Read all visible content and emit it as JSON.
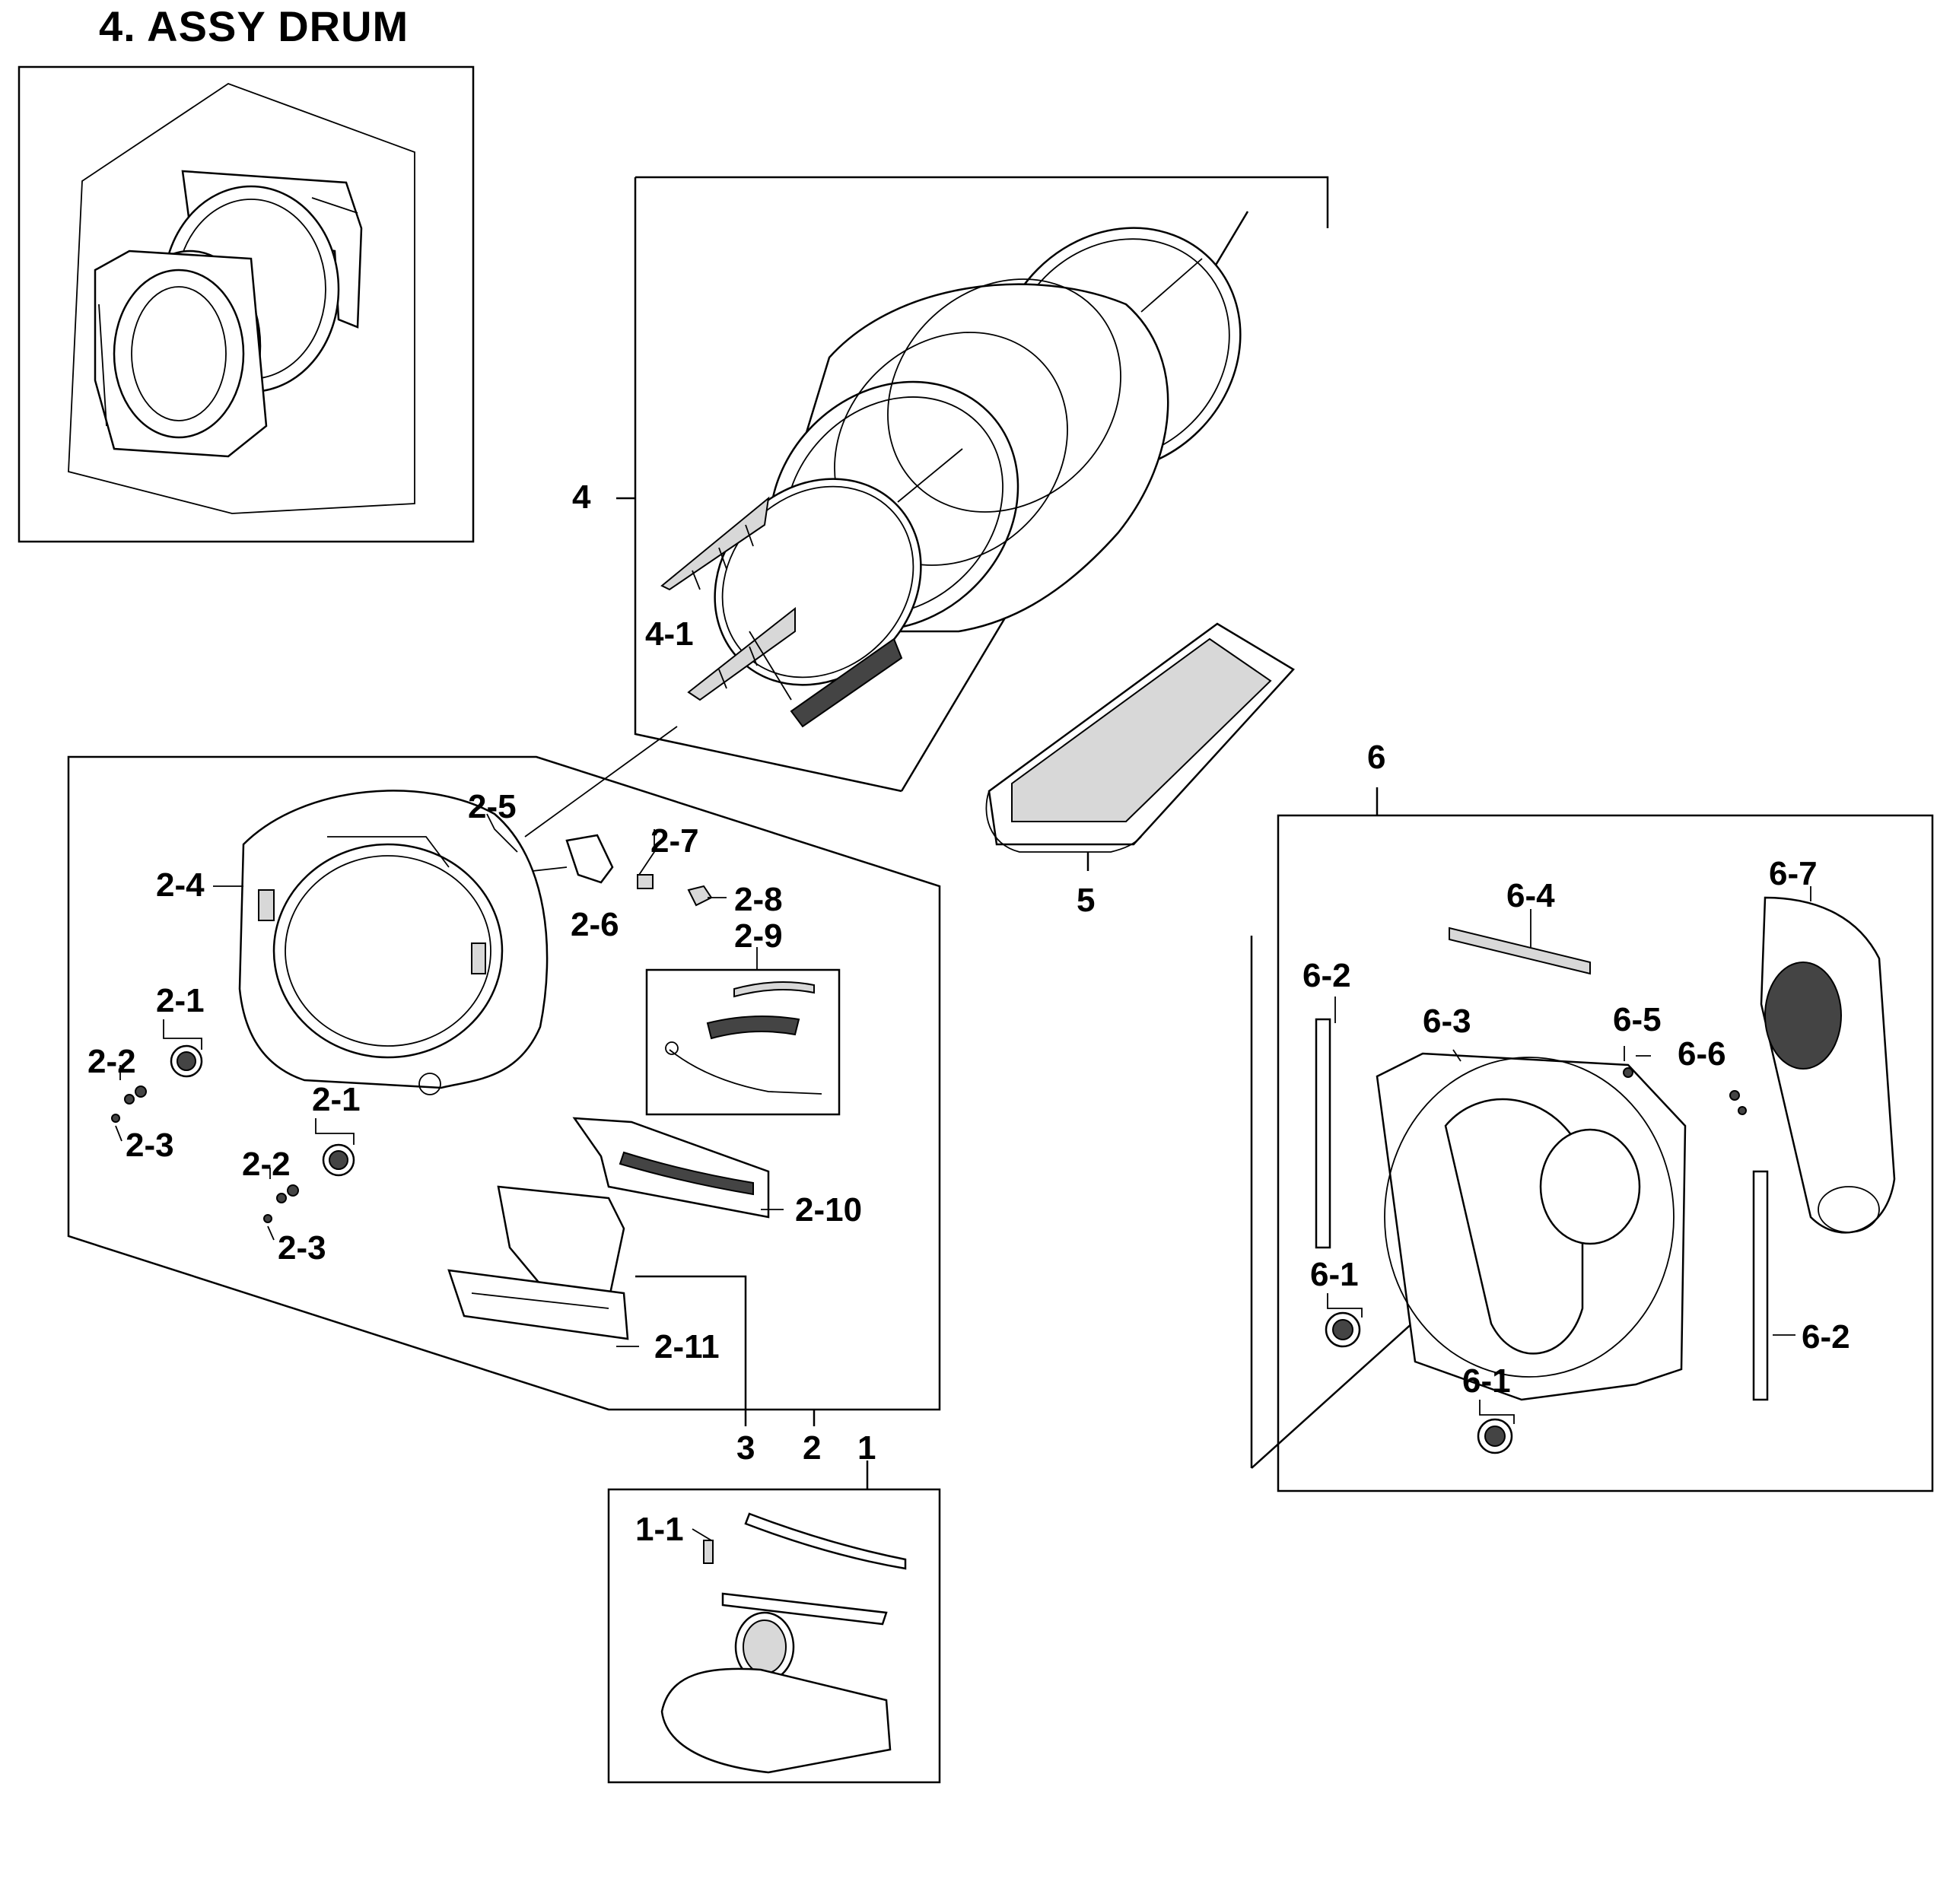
{
  "title": "4. ASSY DRUM",
  "callouts": {
    "c1": "1",
    "c1_1": "1-1",
    "c2": "2",
    "c2_1a": "2-1",
    "c2_1b": "2-1",
    "c2_2a": "2-2",
    "c2_2b": "2-2",
    "c2_3a": "2-3",
    "c2_3b": "2-3",
    "c2_4": "2-4",
    "c2_5": "2-5",
    "c2_6": "2-6",
    "c2_7": "2-7",
    "c2_8": "2-8",
    "c2_9": "2-9",
    "c2_10": "2-10",
    "c2_11": "2-11",
    "c3": "3",
    "c4": "4",
    "c4_1": "4-1",
    "c5": "5",
    "c6": "6",
    "c6_1a": "6-1",
    "c6_1b": "6-1",
    "c6_2a": "6-2",
    "c6_2b": "6-2",
    "c6_3": "6-3",
    "c6_4": "6-4",
    "c6_5": "6-5",
    "c6_6": "6-6",
    "c6_7": "6-7"
  }
}
